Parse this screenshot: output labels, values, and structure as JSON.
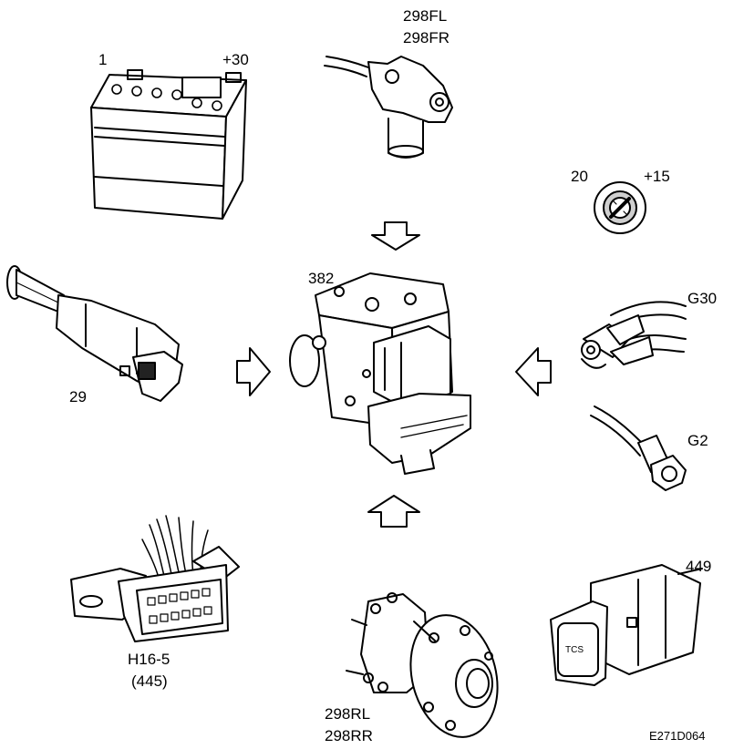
{
  "labels": {
    "battery_ref": "1",
    "battery_terminal": "+30",
    "front_sensor_left": "298FL",
    "front_sensor_right": "298FR",
    "ignition_ref": "20",
    "ignition_terminal": "+15",
    "abs_unit": "382",
    "brake_switch": "29",
    "ground_g30": "G30",
    "ground_g2": "G2",
    "dlc_connector": "H16-5",
    "dlc_connector_alt": "(445)",
    "rear_sensor_left": "298RL",
    "rear_sensor_right": "298RR",
    "tcs_switch": "449",
    "tcs_button_text": "TCS",
    "figure_code": "E271D064"
  }
}
